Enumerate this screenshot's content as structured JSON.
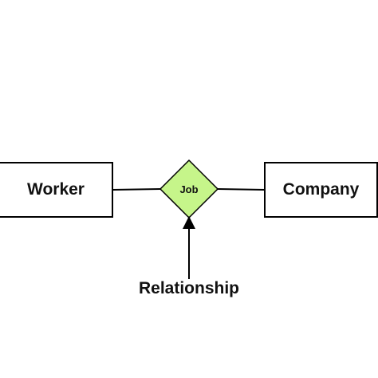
{
  "diagram": {
    "entities": {
      "left": "Worker",
      "right": "Company"
    },
    "relationship": {
      "label": "Job",
      "fill_color": "#c6f58a"
    },
    "annotation": "Relationship"
  }
}
